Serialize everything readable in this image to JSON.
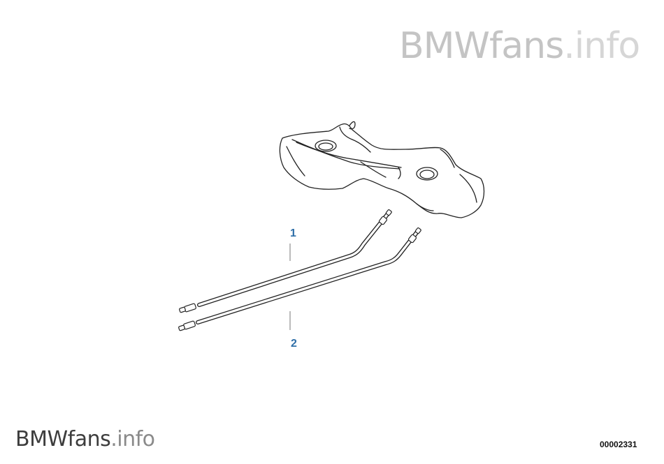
{
  "watermark": {
    "brand": "BMWfans",
    "tld": ".info"
  },
  "callouts": [
    {
      "number": "1"
    },
    {
      "number": "2"
    }
  ],
  "diagram_id": "00002331"
}
